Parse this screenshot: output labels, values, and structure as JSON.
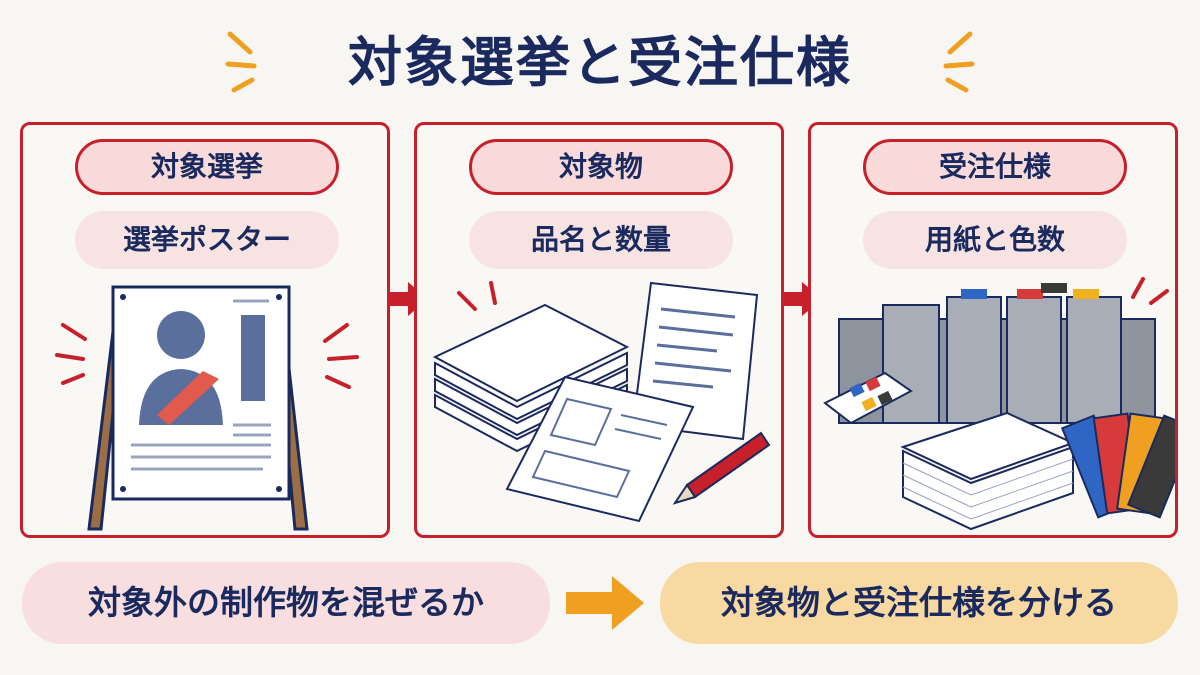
{
  "title": "対象選挙と受注仕様",
  "panels": [
    {
      "heading": "対象選挙",
      "subheading": "選挙ポスター",
      "illustration": "poster-board-illustration"
    },
    {
      "heading": "対象物",
      "subheading": "品名と数量",
      "illustration": "paper-stack-and-documents-illustration"
    },
    {
      "heading": "受注仕様",
      "subheading": "用紙と色数",
      "illustration": "printing-press-illustration"
    }
  ],
  "bottom": {
    "left_text": "対象外の制作物を混ぜるか",
    "right_text": "対象物と受注仕様を分ける"
  },
  "colors": {
    "accent_red": "#c8202a",
    "navy": "#1a2a5e",
    "pink_pill": "#f8dadb",
    "orange_pill": "#f8d9a2",
    "arrow_orange": "#f0a020"
  }
}
